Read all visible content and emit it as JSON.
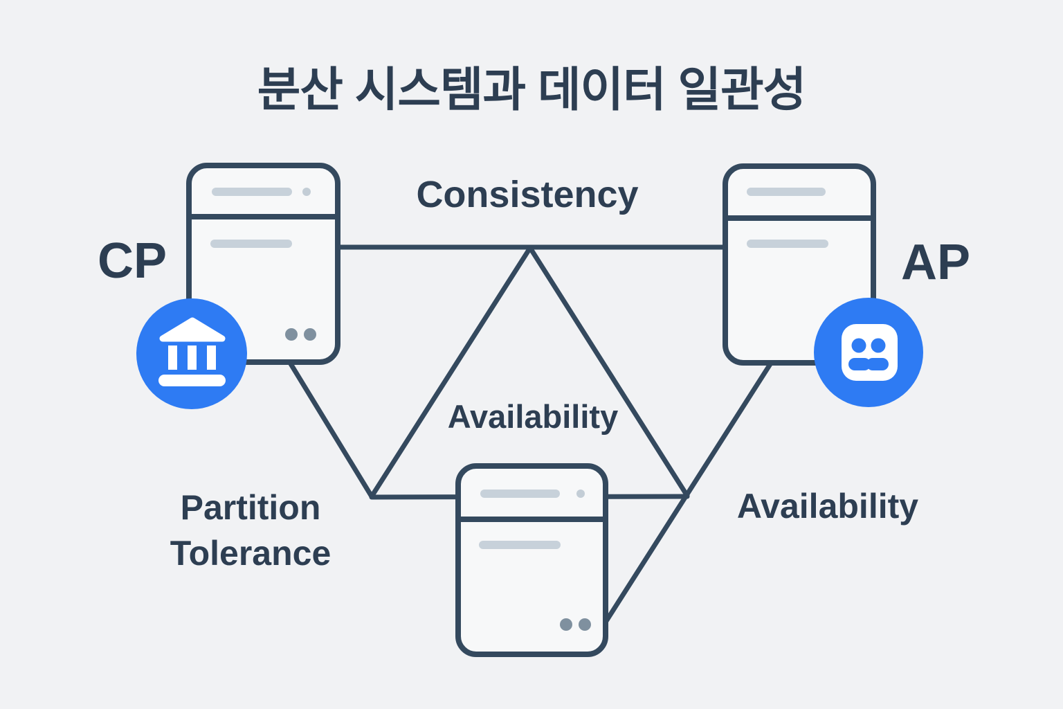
{
  "title": "분산 시스템과 데이터 일관성",
  "labels": {
    "cp": "CP",
    "ap": "AP",
    "consistency": "Consistency",
    "availability_center": "Availability",
    "availability_right": "Availability",
    "partition_tolerance_line1": "Partition",
    "partition_tolerance_line2": "Tolerance"
  },
  "nodes": [
    {
      "id": "cp-server",
      "label": "CP",
      "badge_icon": "bank-icon"
    },
    {
      "id": "ap-server",
      "label": "AP",
      "badge_icon": "users-icon"
    },
    {
      "id": "bottom-server",
      "label": "",
      "badge_icon": ""
    }
  ],
  "edges": [
    {
      "from": "cp-server",
      "to": "ap-server",
      "label": "Consistency"
    },
    {
      "from": "cp-server",
      "to": "bottom-server",
      "label": "Partition Tolerance"
    },
    {
      "from": "ap-server",
      "to": "bottom-server",
      "label": "Availability"
    },
    {
      "shape": "triangle",
      "center_label": "Availability"
    }
  ],
  "colors": {
    "background": "#f1f2f4",
    "stroke": "#34495e",
    "text": "#2d3e52",
    "accent_blue": "#2e7bf3",
    "card_fill": "#f7f8f9",
    "bar_gray": "#c7d1da",
    "bar_dot_gray": "#c3cdd6",
    "dot_gray": "#7f909f",
    "icon_white": "#ffffff"
  }
}
